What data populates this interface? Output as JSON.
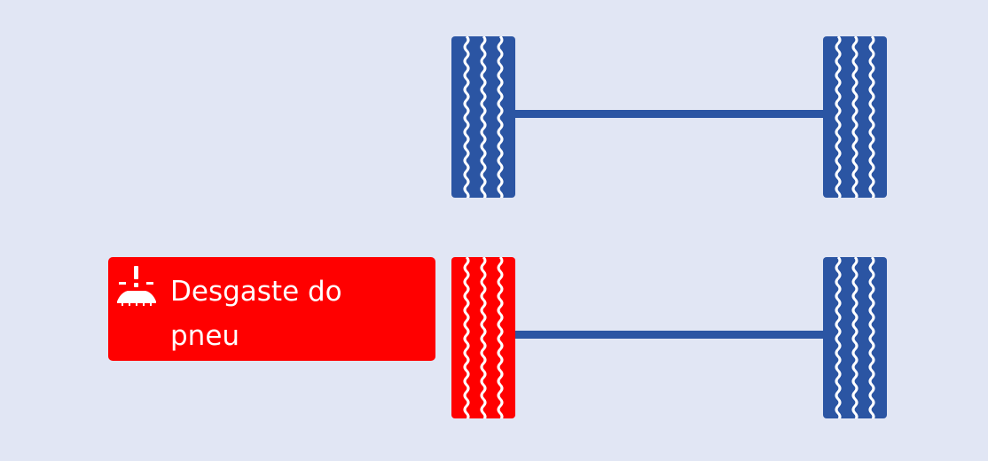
{
  "colors": {
    "background": "#e1e6f4",
    "tire_ok": "#2b55a3",
    "tire_warning": "#ff0000",
    "axle": "#2b55a3",
    "alert_background": "#ff0000",
    "alert_text": "#ffffff"
  },
  "alert": {
    "label": "Desgaste do pneu",
    "icon": "tire-wear-warning-icon"
  },
  "tires": [
    {
      "position": "front-left",
      "status": "ok"
    },
    {
      "position": "front-right",
      "status": "ok"
    },
    {
      "position": "rear-left",
      "status": "warning"
    },
    {
      "position": "rear-right",
      "status": "ok"
    }
  ]
}
